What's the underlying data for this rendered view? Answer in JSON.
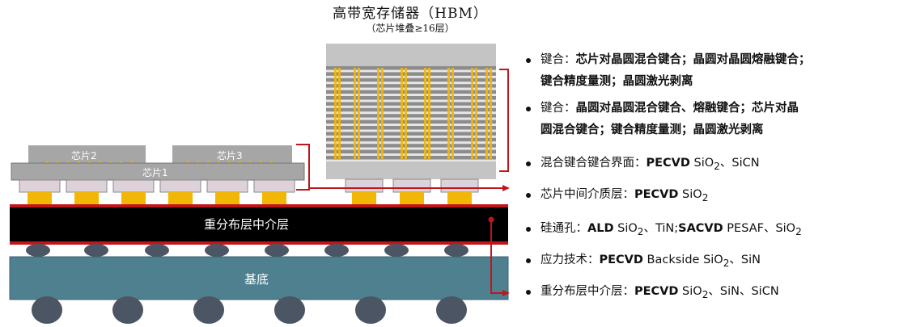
{
  "hbm": {
    "title": "高带宽存储器（HBM）",
    "subtitle": "（芯片堆叠≥16层）"
  },
  "chips": {
    "chip1": "芯片1",
    "chip2": "芯片2",
    "chip3": "芯片3"
  },
  "layers": {
    "interposer": "重分布层中介层",
    "substrate": "基底"
  },
  "bullets": [
    {
      "line1_a": "键合：",
      "line1_b": "芯片对晶圆混合键合；晶圆对晶圆熔融键合；",
      "line2": "键合精度量测；晶圆激光剥离"
    },
    {
      "line1_a": "键合：",
      "line1_b": "晶圆对晶圆混合键合、熔融键合；芯片对晶",
      "line2": "圆混合键合；键合精度量测；晶圆激光剥离"
    },
    {
      "line1_a": "混合键合键合界面：",
      "line1_b": "PECVD",
      "line1_c": " SiO",
      "sub": "2",
      "line1_d": "、SiCN"
    },
    {
      "line1_a": "芯片中间介质层：",
      "line1_b": "PECVD",
      "line1_c": " SiO",
      "sub": "2",
      "line1_d": ""
    },
    {
      "line1_a": "硅通孔：",
      "line1_b": "ALD",
      "line1_c": " SiO",
      "sub": "2",
      "line1_d": "、TiN;",
      "line1_e": "SACVD",
      "line1_f": " PESAF、SiO",
      "sub2": "2"
    },
    {
      "line1_a": "应力技术：",
      "line1_b": "PECVD",
      "line1_c": " Backside SiO",
      "sub": "2",
      "line1_d": "、SiN"
    },
    {
      "line1_a": "重分布层中介层：",
      "line1_b": "PECVD",
      "line1_c": " SiO",
      "sub": "2",
      "line1_d": "、SiN、SiCN"
    }
  ],
  "colors": {
    "chip_gray": "#9e9e9e",
    "light_gray": "#c8c8c8",
    "gold": "#f2b705",
    "interposer": "#000000",
    "red": "#c0151b",
    "substrate": "#4e8090",
    "bump": "#4b5563",
    "pad": "#ded2da"
  }
}
